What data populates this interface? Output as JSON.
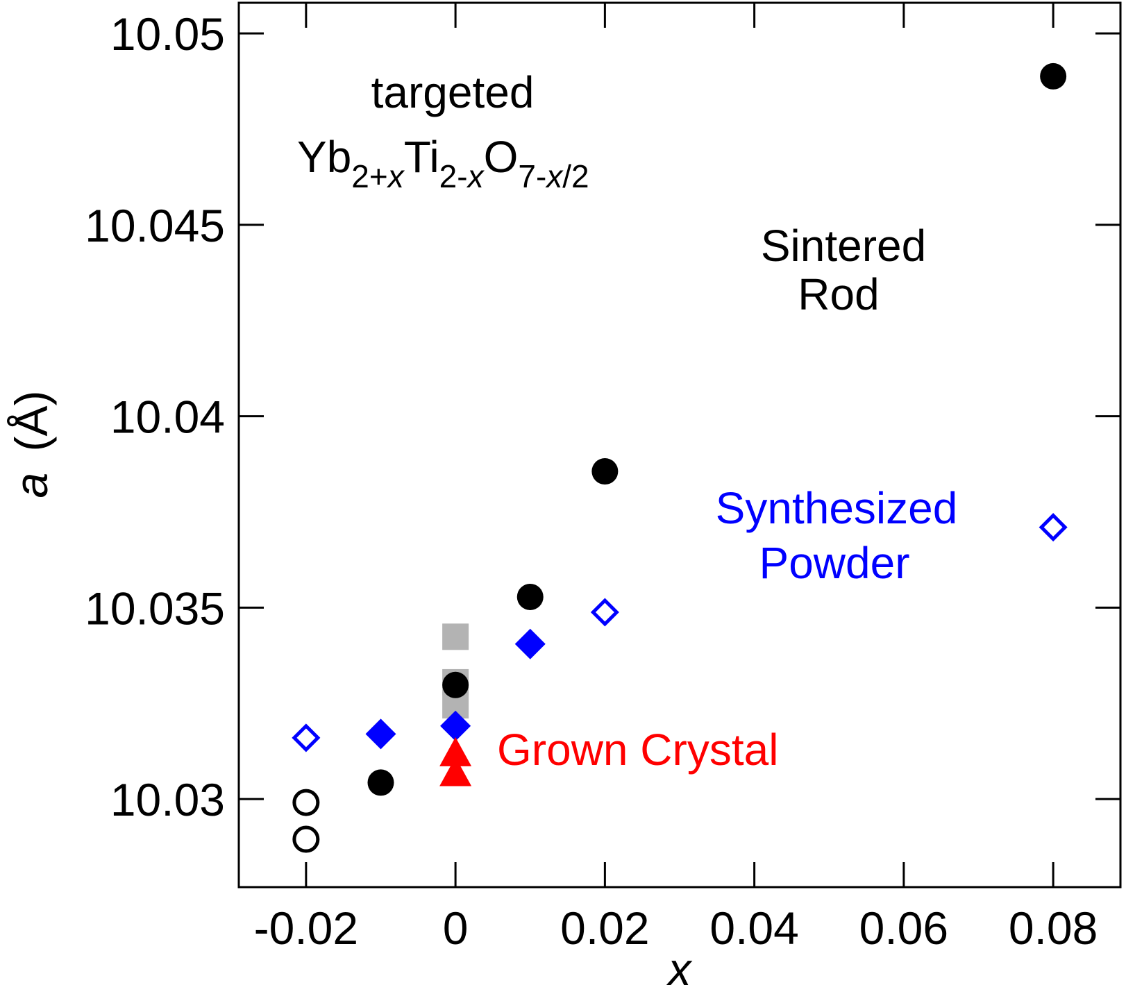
{
  "chart_data": {
    "type": "scatter",
    "xlabel": "x",
    "ylabel_italic": "a",
    "ylabel_unit": "(Å)",
    "xlim": [
      -0.029,
      0.089
    ],
    "ylim": [
      10.0277,
      10.0508
    ],
    "xticks": [
      -0.02,
      0,
      0.02,
      0.04,
      0.06,
      0.08
    ],
    "xtick_labels": [
      "-0.02",
      "0",
      "0.02",
      "0.04",
      "0.06",
      "0.08"
    ],
    "yticks": [
      10.03,
      10.035,
      10.04,
      10.045,
      10.05
    ],
    "ytick_labels": [
      "10.03",
      "10.035",
      "10.04",
      "10.045",
      "10.05"
    ],
    "grid": false,
    "series": [
      {
        "marker": "filled-circle",
        "color": "#000000",
        "points": [
          {
            "x": -0.01,
            "y": 10.03043
          },
          {
            "x": 0.0,
            "y": 10.03298
          },
          {
            "x": 0.01,
            "y": 10.03528
          },
          {
            "x": 0.02,
            "y": 10.03856
          },
          {
            "x": 0.08,
            "y": 10.04888
          }
        ]
      },
      {
        "marker": "open-circle",
        "color": "#000000",
        "points": [
          {
            "x": -0.02,
            "y": 10.02991
          },
          {
            "x": -0.02,
            "y": 10.02895
          }
        ]
      },
      {
        "marker": "filled-diamond",
        "color": "#0000ff",
        "points": [
          {
            "x": -0.01,
            "y": 10.0317
          },
          {
            "x": 0.0,
            "y": 10.03191
          },
          {
            "x": 0.01,
            "y": 10.03405
          }
        ]
      },
      {
        "marker": "open-diamond",
        "color": "#0000ff",
        "points": [
          {
            "x": -0.02,
            "y": 10.0316
          },
          {
            "x": 0.02,
            "y": 10.03488
          },
          {
            "x": 0.08,
            "y": 10.0371
          }
        ]
      },
      {
        "marker": "filled-square",
        "color": "#b3b3b3",
        "points": [
          {
            "x": 0.0,
            "y": 10.03424
          },
          {
            "x": 0.0,
            "y": 10.03305
          },
          {
            "x": 0.0,
            "y": 10.03245
          }
        ]
      },
      {
        "marker": "filled-triangle",
        "color": "#ff0000",
        "points": [
          {
            "x": 0.0,
            "y": 10.03122
          },
          {
            "x": 0.0,
            "y": 10.0307
          }
        ]
      }
    ],
    "annotations": {
      "targeted": "targeted",
      "formula": [
        {
          "text": "Yb",
          "sub": false,
          "italic": false
        },
        {
          "text": "2+",
          "sub": true,
          "italic": false
        },
        {
          "text": "x",
          "sub": true,
          "italic": true
        },
        {
          "text": "Ti",
          "sub": false,
          "italic": false
        },
        {
          "text": "2-",
          "sub": true,
          "italic": false
        },
        {
          "text": "x",
          "sub": true,
          "italic": true
        },
        {
          "text": "O",
          "sub": false,
          "italic": false
        },
        {
          "text": "7-",
          "sub": true,
          "italic": false
        },
        {
          "text": "x",
          "sub": true,
          "italic": true
        },
        {
          "text": "/2",
          "sub": true,
          "italic": false
        }
      ],
      "sintered_line1": "Sintered",
      "sintered_line2": "Rod",
      "powder_line1": "Synthesized",
      "powder_line2": "Powder",
      "crystal": "Grown Crystal",
      "black": "#000000",
      "blue": "#0000ff",
      "red": "#ff0000"
    }
  }
}
